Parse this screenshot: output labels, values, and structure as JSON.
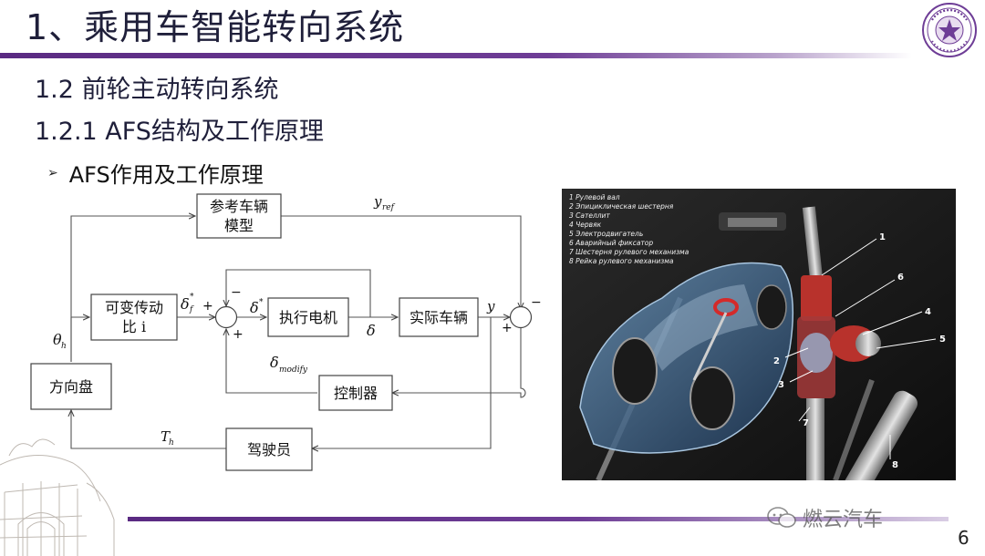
{
  "header": {
    "title": "1、乘用车智能转向系统"
  },
  "section": "1.2 前轮主动转向系统",
  "subsection": "1.2.1 AFS结构及工作原理",
  "bullet": {
    "marker": "➢",
    "text": "AFS作用及工作原理"
  },
  "diagram": {
    "blocks": {
      "ref_model": [
        "参考车辆",
        "模型"
      ],
      "var_ratio": [
        "可变传动",
        "比 i"
      ],
      "actuator": "执行电机",
      "vehicle": "实际车辆",
      "controller": "控制器",
      "steering_wheel": "方向盘",
      "driver": "驾驶员"
    },
    "symbols": {
      "y_ref": "y",
      "y_ref_sub": "ref",
      "delta_f": "δ",
      "delta_f_sup": "*",
      "delta_f_sub": "f",
      "delta_star": "δ",
      "delta_star_sup": "*",
      "delta": "δ",
      "delta_modify": "δ",
      "delta_modify_sub": "modify",
      "y": "y",
      "theta": "θ",
      "theta_sub": "h",
      "T": "T",
      "T_sub": "h",
      "plus": "+",
      "minus": "−"
    }
  },
  "photo": {
    "legend": [
      "1 Рулевой вал",
      "2 Эпициклическая шестерня",
      "3 Сателлит",
      "4 Червяк",
      "5 Электродвигатель",
      "6 Аварийный фиксатор",
      "7 Шестерня рулевого механизма",
      "8 Рейка рулевого механизма"
    ],
    "callouts": [
      "1",
      "2",
      "3",
      "4",
      "5",
      "6",
      "7",
      "8"
    ]
  },
  "footer": {
    "page_number": "6",
    "watermark": "燃云汽车"
  },
  "colors": {
    "accent": "#5a2a82",
    "title_text": "#1f1f3a",
    "steel_red": "#b8322c"
  }
}
